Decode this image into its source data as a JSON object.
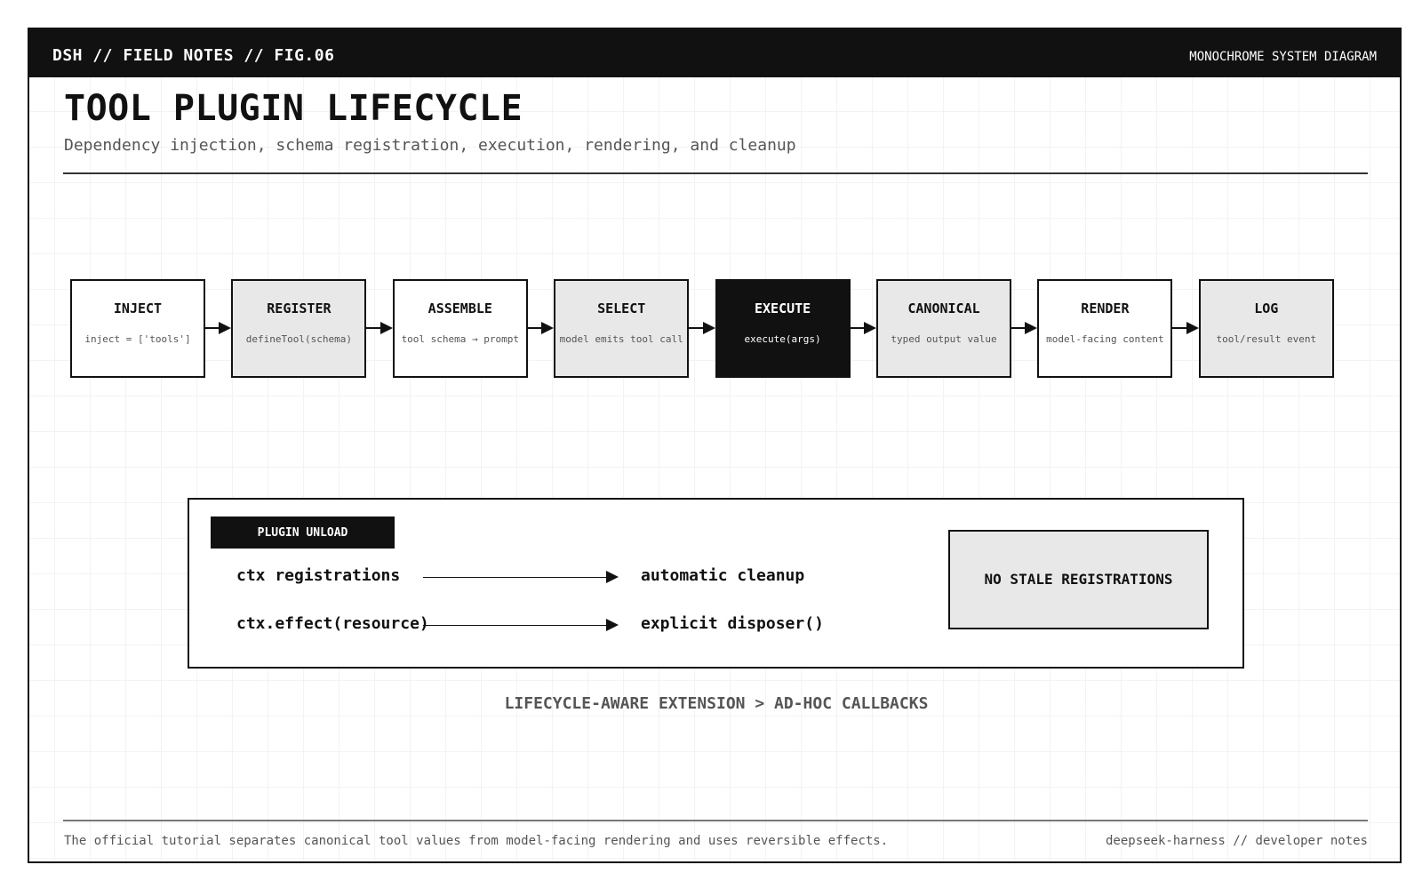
{
  "header": {
    "label": "DSH // FIELD NOTES // FIG.06",
    "tag": "MONOCHROME SYSTEM DIAGRAM"
  },
  "title": "TOOL PLUGIN LIFECYCLE",
  "subtitle": "Dependency injection, schema registration, execution, rendering, and cleanup",
  "stages": [
    {
      "name": "INJECT",
      "detail": "inject = ['tools']",
      "style": "white"
    },
    {
      "name": "REGISTER",
      "detail": "defineTool(schema)",
      "style": "light"
    },
    {
      "name": "ASSEMBLE",
      "detail": "tool schema → prompt",
      "style": "white"
    },
    {
      "name": "SELECT",
      "detail": "model emits tool call",
      "style": "light"
    },
    {
      "name": "EXECUTE",
      "detail": "execute(args)",
      "style": "dark"
    },
    {
      "name": "CANONICAL",
      "detail": "typed output value",
      "style": "light"
    },
    {
      "name": "RENDER",
      "detail": "model-facing content",
      "style": "white"
    },
    {
      "name": "LOG",
      "detail": "tool/result event",
      "style": "light"
    }
  ],
  "unload": {
    "badge": "PLUGIN UNLOAD",
    "mappings": [
      {
        "source": "ctx registrations",
        "target": "automatic cleanup"
      },
      {
        "source": "ctx.effect(resource)",
        "target": "explicit disposer()"
      }
    ],
    "result": "NO STALE REGISTRATIONS"
  },
  "tagline": "LIFECYCLE-AWARE EXTENSION > AD-HOC CALLBACKS",
  "footer": {
    "note": "The official tutorial separates canonical tool values from model-facing rendering and uses reversible effects.",
    "credit": "deepseek-harness // developer notes"
  },
  "colors": {
    "ink": "#111111",
    "fill_light": "#e8e8e8",
    "muted_text": "#555555",
    "paper": "#ffffff"
  }
}
